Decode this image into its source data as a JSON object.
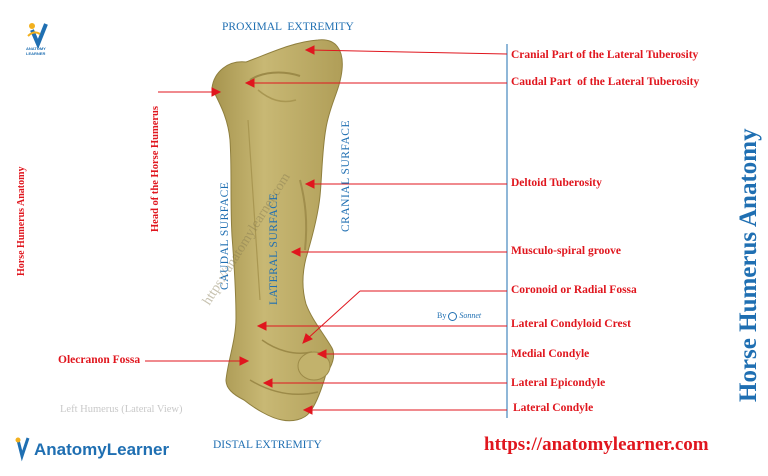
{
  "header": {
    "proximal": "PROXIMAL  EXTREMITY"
  },
  "footer": {
    "distal": "DISTAL EXTREMITY",
    "url": "https://anatomylearner.com",
    "view_caption": "Left Humerus (Lateral View)"
  },
  "logo_top": {
    "text": "ANATOMY LEARNER"
  },
  "logo_bottom": {
    "text": "AnatomyLearner"
  },
  "side_title_small": "Horse Humerus Anatomy",
  "side_title_large": "Horse Humerus Anatomy",
  "surfaces": {
    "caudal": "CAUDAL  SURFACE",
    "lateral": "LATERAL  SURFACE",
    "cranial": "CRANIAL  SURFACE"
  },
  "watermark": "https://anatomylearner.com",
  "byline": {
    "by": "By",
    "brand": "Sonnet"
  },
  "labels": {
    "head": "Head of the Horse Humerus",
    "olecranon": "Olecranon Fossa",
    "right": [
      "Cranial Part of the Lateral Tuberosity",
      "Caudal Part  of the Lateral Tuberosity",
      "Deltoid Tuberosity",
      "Musculo-spiral groove",
      "Coronoid or Radial Fossa",
      "Lateral Condyloid Crest",
      "Medial Condyle",
      "Lateral Epicondyle",
      "Lateral Condyle"
    ]
  },
  "colors": {
    "red": "#e0161e",
    "blue": "#1f6fb2",
    "bone": "#bfae68"
  }
}
